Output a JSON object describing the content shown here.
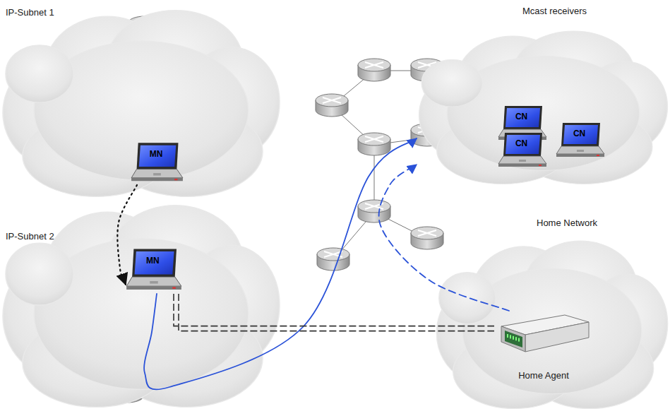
{
  "diagram": {
    "nodes": [
      {
        "text": [
          "IP-Subnet 1"
        ]
      },
      {
        "text": [
          "MN"
        ],
        "in": 0
      },
      {
        "text": [
          "IP-Subnet 2"
        ]
      },
      {
        "text": [
          "MN"
        ],
        "in": 2
      },
      {
        "text": [
          "Mcast receivers"
        ]
      },
      {
        "text": [
          "CN"
        ],
        "in": 4
      },
      {
        "text": [
          "CN"
        ],
        "in": 4
      },
      {
        "text": [
          "CN"
        ],
        "in": 4
      },
      {
        "text": [
          "Home Network"
        ]
      },
      {
        "text": [
          "Home Agent"
        ],
        "in": 8
      }
    ],
    "edges": [
      {
        "from": 1,
        "to": 3,
        "arrow": "to"
      },
      {
        "from": 3,
        "to": 4,
        "arrow": "to"
      },
      {
        "from": 9,
        "to": 4,
        "arrow": "to"
      },
      {
        "from": 3,
        "to": 9,
        "arrow": "none"
      }
    ]
  }
}
